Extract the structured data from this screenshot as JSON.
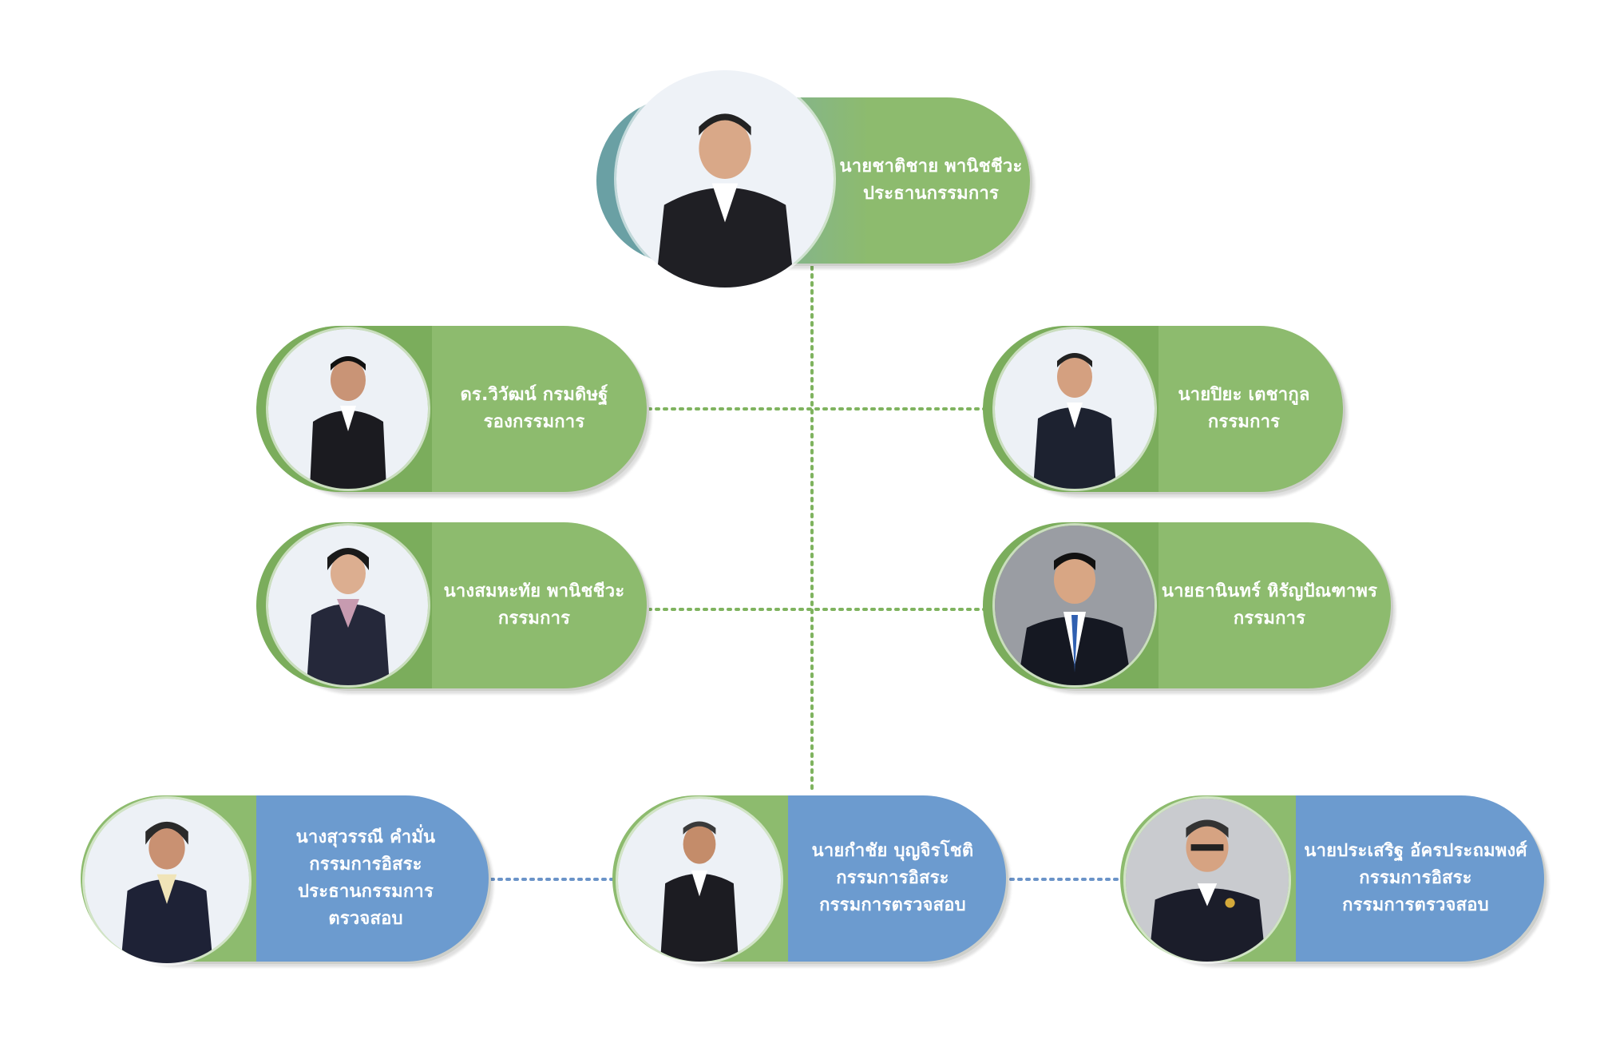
{
  "colors": {
    "board": "#8dbb6e",
    "audit": "#6c9bcf",
    "connector_green": "#7fb35f",
    "connector_blue": "#6a93c8"
  },
  "members": {
    "chairman": {
      "name": "นายชาติชาย พานิชชีวะ",
      "titles": [
        "ประธานกรรมการ"
      ],
      "avatar_icon": "portrait-icon"
    },
    "vice": {
      "name": "ดร.วิวัฒน์ กรมดิษฐ์",
      "titles": [
        "รองกรรมการ"
      ],
      "avatar_icon": "portrait-icon"
    },
    "piya": {
      "name": "นายปิยะ เตชากูล",
      "titles": [
        "กรรมการ"
      ],
      "avatar_icon": "portrait-icon"
    },
    "somhatai": {
      "name": "นางสมหะทัย พานิชชีวะ",
      "titles": [
        "กรรมการ"
      ],
      "avatar_icon": "portrait-icon"
    },
    "thanin": {
      "name": "นายธานินทร์ หิรัญปัณฑาพร",
      "titles": [
        "กรรมการ"
      ],
      "avatar_icon": "portrait-icon"
    },
    "suwannee": {
      "name": "นางสุวรรณี คำมั่น",
      "titles": [
        "กรรมการอิสระ",
        "ประธานกรรมการ",
        "ตรวจสอบ"
      ],
      "avatar_icon": "portrait-icon"
    },
    "kamchai": {
      "name": "นายกำชัย บุญจิรโชติ",
      "titles": [
        "กรรมการอิสระ",
        "กรรมการตรวจสอบ"
      ],
      "avatar_icon": "portrait-icon"
    },
    "prasert": {
      "name": "นายประเสริฐ อัครประถมพงศ์",
      "titles": [
        "กรรมการอิสระ",
        "กรรมการตรวจสอบ"
      ],
      "avatar_icon": "portrait-icon"
    }
  }
}
